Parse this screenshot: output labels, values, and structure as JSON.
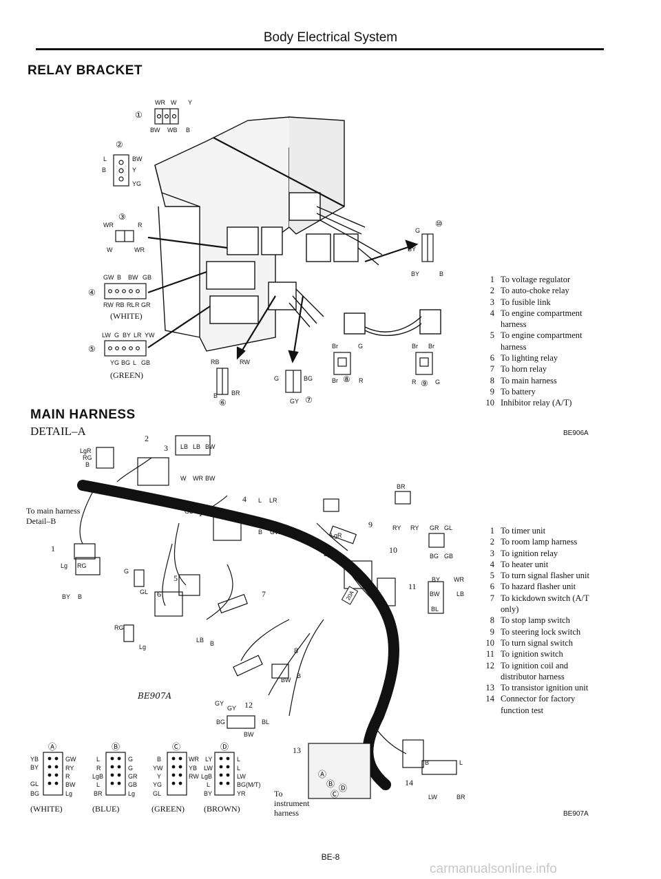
{
  "header": {
    "title": "Body Electrical System"
  },
  "relay_bracket": {
    "title": "RELAY BRACKET",
    "figure_code": "BE906A",
    "connectors": [
      {
        "number": "①",
        "top_labels": [
          "WR",
          "W",
          "Y"
        ],
        "bottom_labels": [
          "BW",
          "WB",
          "B"
        ]
      },
      {
        "number": "②",
        "labels": [
          "L",
          "BW",
          "B",
          "Y",
          "YG"
        ]
      },
      {
        "number": "③",
        "top_labels": [
          "WR",
          "R"
        ],
        "bottom_labels": [
          "W",
          "WR"
        ]
      },
      {
        "number": "④",
        "top_labels": [
          "GW",
          "B",
          "BW",
          "GB"
        ],
        "bottom_labels": [
          "RW",
          "RB",
          "RL",
          "R",
          "GR"
        ],
        "color_note": "(WHITE)"
      },
      {
        "number": "⑤",
        "top_labels": [
          "LW",
          "G",
          "BY",
          "LR",
          "YW"
        ],
        "bottom_labels": [
          "YG",
          "BG",
          "L",
          "GB"
        ],
        "color_note": "(GREEN)"
      },
      {
        "number": "⑥",
        "top_labels": [
          "RB",
          "RW"
        ],
        "bottom_labels": [
          "B",
          "BR"
        ]
      },
      {
        "number": "⑦",
        "side_labels": [
          "G",
          "BG",
          "GY"
        ]
      },
      {
        "number": "⑧",
        "labels": [
          "Br",
          "G",
          "Br",
          "R"
        ]
      },
      {
        "number": "⑨",
        "labels": [
          "Br",
          "Br",
          "R",
          "G"
        ]
      },
      {
        "number": "⑩",
        "labels": [
          "G",
          "BY",
          "BY",
          "B"
        ]
      }
    ],
    "legend": [
      {
        "n": "1",
        "text": "To voltage regulator"
      },
      {
        "n": "2",
        "text": "To auto-choke relay"
      },
      {
        "n": "3",
        "text": "To fusible link"
      },
      {
        "n": "4",
        "text": "To engine compartment harness"
      },
      {
        "n": "5",
        "text": "To engine compartment harness"
      },
      {
        "n": "6",
        "text": "To lighting relay"
      },
      {
        "n": "7",
        "text": "To horn relay"
      },
      {
        "n": "8",
        "text": "To main harness"
      },
      {
        "n": "9",
        "text": "To battery"
      },
      {
        "n": "10",
        "text": "Inhibitor relay (A/T)"
      }
    ]
  },
  "main_harness": {
    "title": "MAIN HARNESS",
    "subtitle": "DETAIL–A",
    "figure_code": "BE907A",
    "handwritten_code": "BE907A",
    "to_main_harness": "To main harness",
    "to_main_harness_2": "Detail–B",
    "to_instrument": "To",
    "to_instrument_2": "instrument",
    "to_instrument_3": "harness",
    "fuse_label": "20A",
    "connectors": [
      {
        "id": "1",
        "labels": [
          "Lg",
          "RG",
          "BY",
          "B"
        ]
      },
      {
        "id": "2",
        "labels": [
          "LgR",
          "RG",
          "B"
        ]
      },
      {
        "id": "3",
        "top_labels": [
          "LB",
          "LB",
          "BW"
        ],
        "bottom_labels": [
          "W",
          "WR",
          "BW"
        ]
      },
      {
        "id": "4",
        "labels": [
          "L",
          "LR",
          "B",
          "GW",
          "GL"
        ]
      },
      {
        "id": "5",
        "labels": [
          "G",
          "GL"
        ]
      },
      {
        "id": "6",
        "labels": [
          "RG",
          "Lg"
        ]
      },
      {
        "id": "7",
        "labels": [
          "LB",
          "B"
        ]
      },
      {
        "id": "8",
        "labels": [
          "BW",
          "B"
        ]
      },
      {
        "id": "9",
        "labels": [
          "BR",
          "RY",
          "RY",
          "LgR"
        ]
      },
      {
        "id": "10",
        "labels": [
          "GR",
          "GL",
          "BG",
          "GB",
          "LgR"
        ]
      },
      {
        "id": "11",
        "labels": [
          "BY",
          "WR",
          "BW",
          "LB",
          "BL"
        ]
      },
      {
        "id": "12",
        "labels": [
          "GY",
          "GY",
          "BG",
          "BL",
          "BW"
        ]
      },
      {
        "id": "13",
        "labels": []
      },
      {
        "id": "14",
        "labels": [
          "B",
          "L",
          "LW",
          "BR"
        ]
      }
    ],
    "bottom_connectors": [
      {
        "letter": "Ⓐ",
        "color": "(WHITE)",
        "left": [
          "YB",
          "BY",
          "",
          "GL",
          "BG"
        ],
        "right": [
          "GW",
          "RY",
          "R",
          "BW",
          "Lg"
        ]
      },
      {
        "letter": "Ⓑ",
        "color": "(BLUE)",
        "left": [
          "L",
          "R",
          "LgB",
          "L",
          "BR"
        ],
        "right": [
          "G",
          "G",
          "GR",
          "GB",
          "Lg"
        ]
      },
      {
        "letter": "Ⓒ",
        "color": "(GREEN)",
        "left": [
          "B",
          "YW",
          "Y",
          "YG",
          "GL"
        ],
        "right": [
          "WR",
          "YB",
          "RW",
          "",
          ""
        ]
      },
      {
        "letter": "Ⓓ",
        "color": "(BROWN)",
        "left": [
          "LY",
          "LW",
          "LgB",
          "L",
          "BY"
        ],
        "right": [
          "L",
          "L",
          "LW",
          "BG(M/T)",
          "YR"
        ]
      }
    ],
    "legend": [
      {
        "n": "1",
        "text": "To timer unit"
      },
      {
        "n": "2",
        "text": "To room lamp harness"
      },
      {
        "n": "3",
        "text": "To ignition relay"
      },
      {
        "n": "4",
        "text": "To heater unit"
      },
      {
        "n": "5",
        "text": "To turn signal flasher unit"
      },
      {
        "n": "6",
        "text": "To hazard flasher unit"
      },
      {
        "n": "7",
        "text": "To kickdown switch (A/T only)"
      },
      {
        "n": "8",
        "text": "To stop lamp switch"
      },
      {
        "n": "9",
        "text": "To steering lock switch"
      },
      {
        "n": "10",
        "text": "To turn signal switch"
      },
      {
        "n": "11",
        "text": "To ignition switch"
      },
      {
        "n": "12",
        "text": "To ignition coil and distributor harness"
      },
      {
        "n": "13",
        "text": "To transistor ignition unit"
      },
      {
        "n": "14",
        "text": "Connector for factory function test"
      }
    ]
  },
  "footer": {
    "page": "BE-8",
    "watermark": "carmanualsonline.info"
  }
}
